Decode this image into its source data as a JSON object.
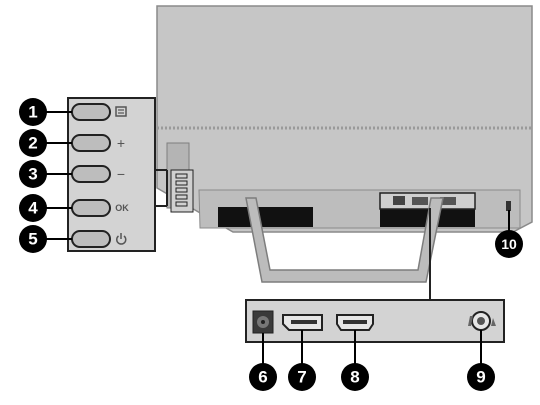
{
  "callouts": [
    {
      "id": "1",
      "label": "1"
    },
    {
      "id": "2",
      "label": "2"
    },
    {
      "id": "3",
      "label": "3"
    },
    {
      "id": "4",
      "label": "4"
    },
    {
      "id": "5",
      "label": "5"
    },
    {
      "id": "6",
      "label": "6"
    },
    {
      "id": "7",
      "label": "7"
    },
    {
      "id": "8",
      "label": "8"
    },
    {
      "id": "9",
      "label": "9"
    },
    {
      "id": "10",
      "label": "10"
    }
  ],
  "button_icons": [
    {
      "name": "menu-icon"
    },
    {
      "name": "plus-icon",
      "glyph": "+"
    },
    {
      "name": "minus-icon",
      "glyph": "−"
    },
    {
      "name": "ok-icon",
      "glyph": "OK"
    },
    {
      "name": "power-icon"
    }
  ],
  "ports": [
    {
      "name": "power-connector-port"
    },
    {
      "name": "displayport-port"
    },
    {
      "name": "hdmi-port"
    },
    {
      "name": "audio-out-port"
    }
  ],
  "colors": {
    "monitor": "#c4c4c4",
    "monitor_edge": "#8a8a8a",
    "callout": "#000000",
    "panel_fill": "#d3d3d3",
    "stand": "#b8b8b8"
  }
}
